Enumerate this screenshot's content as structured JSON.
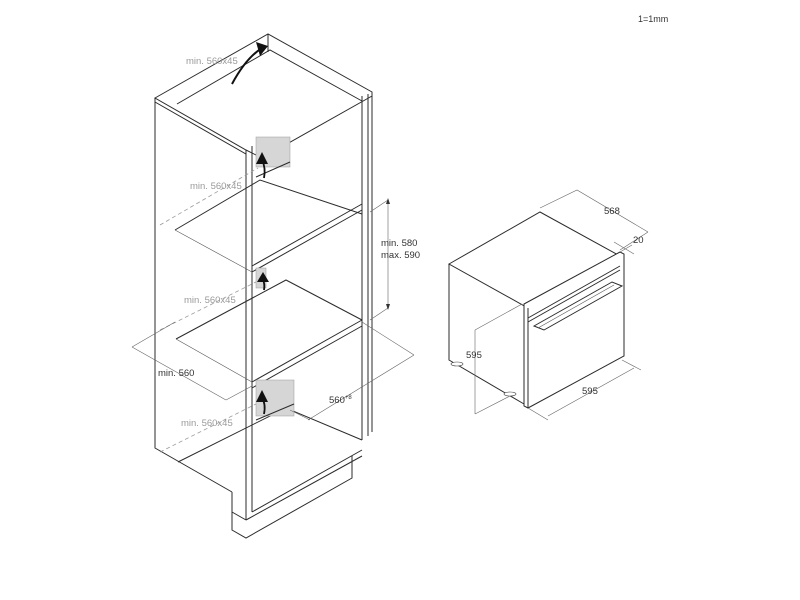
{
  "scale_note": "1=1mm",
  "cabinet": {
    "vent_labels": [
      "min. 560x45",
      "min. 560x45",
      "min. 560x45",
      "min. 560x45"
    ],
    "niche_height_min": "min. 580",
    "niche_height_max": "max. 590",
    "niche_width": "min. 560",
    "niche_depth": "560",
    "niche_depth_tolerance": "+8"
  },
  "oven": {
    "depth": "568",
    "front_thickness": "20",
    "height": "595",
    "width": "595"
  },
  "colors": {
    "line": "#2b2b2b",
    "dimension_line": "#666666",
    "vent_text": "#9a9a9a",
    "vent_fill": "#d6d6d6"
  }
}
